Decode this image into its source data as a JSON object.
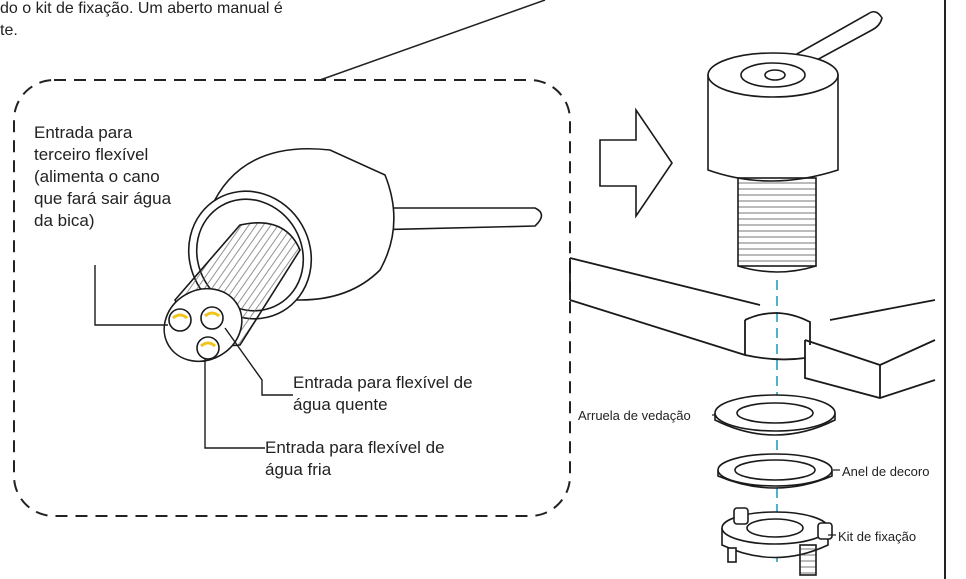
{
  "intro_text": {
    "line1": "do o kit de fixação. Um aberto manual é",
    "line2": "te."
  },
  "labels": {
    "third_inlet": [
      "Entrada para",
      "terceiro flexível",
      "(alimenta o cano",
      "que fará sair água",
      "da bica)"
    ],
    "hot_inlet": [
      "Entrada para flexível de",
      "água quente"
    ],
    "cold_inlet": [
      "Entrada para flexível de",
      "água fria"
    ],
    "sealing_washer": "Arruela de vedação",
    "decor_ring": "Anel de decoro",
    "fixing_kit": "Kit de fixação"
  },
  "colors": {
    "outline": "#1a1a1a",
    "axis_line": "#4fb3c8",
    "inlet_yellow": "#f0c419",
    "callout_border": "#222222"
  },
  "icons": {
    "arrow": "right-arrow-outline"
  }
}
